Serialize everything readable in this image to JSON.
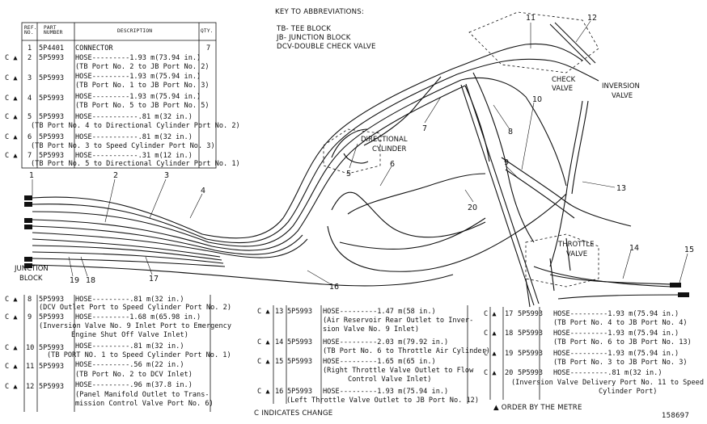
{
  "key": {
    "title": "KEY TO ABBREVIATIONS:",
    "lines": [
      "TB- TEE BLOCK",
      "JB- JUNCTION BLOCK",
      "DCV-DOUBLE CHECK VALVE"
    ]
  },
  "parts_table_top": {
    "headers": {
      "ref": "REF. NO.",
      "part": "PART NUMBER",
      "desc": "DESCRIPTION",
      "qty": "QTY."
    },
    "rows": [
      {
        "mark": "",
        "ref": "1",
        "part": "5P4401",
        "desc": "CONNECTOR",
        "sub": "",
        "qty": "7"
      },
      {
        "mark": "C ▲",
        "ref": "2",
        "part": "5P5993",
        "desc": "HOSE---------1.93 m(73.94 in.)",
        "sub": "(TB Port No. 2 to JB Port No. 2)",
        "qty": ""
      },
      {
        "mark": "C ▲",
        "ref": "3",
        "part": "5P5993",
        "desc": "HOSE---------1.93 m(75.94 in.)",
        "sub": "(TB Port No. 1 to JB Port No. 3)",
        "qty": ""
      },
      {
        "mark": "C ▲",
        "ref": "4",
        "part": "5P5993",
        "desc": "HOSE---------1.93 m(75.94 in.)",
        "sub": "(TB Port No. 5 to JB Port No. 5)",
        "qty": ""
      },
      {
        "mark": "C ▲",
        "ref": "5",
        "part": "5P5993",
        "desc": "HOSE-----------.81 m(32 in.)",
        "sub": "(TB Port No. 4 to Directional Cylinder Port No. 2)",
        "qty": ""
      },
      {
        "mark": "C ▲",
        "ref": "6",
        "part": "5P5993",
        "desc": "HOSE-----------.81 m(32 in.)",
        "sub": "(TB Port No. 3 to Speed Cylinder Port No. 3)",
        "qty": ""
      },
      {
        "mark": "C ▲",
        "ref": "7",
        "part": "5P5993",
        "desc": "HOSE-----------.31 m(12 in.)",
        "sub": "(TB Port No. 5 to Directional Cylinder Port No. 1)",
        "qty": ""
      }
    ]
  },
  "parts_table_left": {
    "rows": [
      {
        "mark": "C ▲",
        "ref": "8",
        "part": "5P5993",
        "desc": "HOSE---------.81 m(32 in.)",
        "sub": "(DCV Outlet Port to Speed Cylinder Port No. 2)"
      },
      {
        "mark": "C ▲",
        "ref": "9",
        "part": "5P5993",
        "desc": "HOSE---------1.68 m(65.98 in.)",
        "sub": "(Inversion Valve No. 9 Inlet Port to Emergency",
        "sub2": "Engine Shut Off Valve Inlet)"
      },
      {
        "mark": "C ▲",
        "ref": "10",
        "part": "5P5993",
        "desc": "HOSE---------.81 m(32 in.)",
        "sub": "(TB PORT NO. 1 to Speed Cylinder Port No. 1)"
      },
      {
        "mark": "C ▲",
        "ref": "11",
        "part": "5P5993",
        "desc": "HOSE---------.56 m(22 in.)",
        "sub": "(TB Port No. 2 to DCV Inlet)"
      },
      {
        "mark": "C ▲",
        "ref": "12",
        "part": "5P5993",
        "desc": "HOSE---------.96 m(37.8 in.)",
        "sub": "(Panel Manifold Outlet to Trans-",
        "sub2": "mission Control Valve Port No. 6)"
      }
    ]
  },
  "parts_table_mid": {
    "rows": [
      {
        "mark": "C ▲",
        "ref": "13",
        "part": "5P5993",
        "desc": "HOSE---------1.47 m(58 in.)",
        "sub": "(Air Reservoir Rear Outlet to Inver-",
        "sub2": "sion Valve No. 9 Inlet)"
      },
      {
        "mark": "C ▲",
        "ref": "14",
        "part": "5P5993",
        "desc": "HOSE---------2.03 m(79.92 in.)",
        "sub": "(TB Port No. 6 to Throttle Air Cylinder)"
      },
      {
        "mark": "C ▲",
        "ref": "15",
        "part": "5P5993",
        "desc": "HOSE---------1.65 m(65 in.)",
        "sub": "(Right Throttle Valve Outlet to Flow",
        "sub2": "Control Valve Inlet)"
      },
      {
        "mark": "C ▲",
        "ref": "16",
        "part": "5P5993",
        "desc": "HOSE---------1.93 m(75.94 in.)",
        "sub": "(Left Throttle Valve Outlet to JB Port No. 12)"
      }
    ]
  },
  "parts_table_right": {
    "rows": [
      {
        "mark": "C ▲",
        "ref": "17",
        "part": "5P5993",
        "desc": "HOSE---------1.93 m(75.94 in.)",
        "sub": "(TB Port No. 4 to JB Port No. 4)"
      },
      {
        "mark": "C ▲",
        "ref": "18",
        "part": "5P5993",
        "desc": "HOSE---------1.93 m(75.94 in.)",
        "sub": "(TB Port No. 6 to JB Port No. 13)"
      },
      {
        "mark": "C ▲",
        "ref": "19",
        "part": "5P5993",
        "desc": "HOSE---------1.93 m(75.94 in.)",
        "sub": "(TB Port No. 3 to JB Port No. 3)"
      },
      {
        "mark": "C ▲",
        "ref": "20",
        "part": "5P5993",
        "desc": "HOSE---------.81 m(32 in.)",
        "sub": "(Inversion Valve Delivery Port No. 11 to Speed",
        "sub2": "Cylinder Port)"
      }
    ]
  },
  "labels": {
    "check_valve": [
      "CHECK",
      "VALVE"
    ],
    "inversion_valve": [
      "INVERSION",
      "VALVE"
    ],
    "directional_cylinder": [
      "DIRECTIONAL",
      "CYLINDER"
    ],
    "throttle_valve": [
      "THROTTLE",
      "VALVE"
    ],
    "junction_block": [
      "JUNCTION",
      "BLOCK"
    ]
  },
  "callouts": [
    "1",
    "2",
    "3",
    "4",
    "5",
    "6",
    "7",
    "8",
    "9",
    "10",
    "11",
    "12",
    "13",
    "14",
    "15",
    "16",
    "17",
    "18",
    "19",
    "20"
  ],
  "footer": {
    "change_note": "C INDICATES CHANGE",
    "order_note": "▲ ORDER BY THE METRE",
    "figure_no": "158697"
  }
}
